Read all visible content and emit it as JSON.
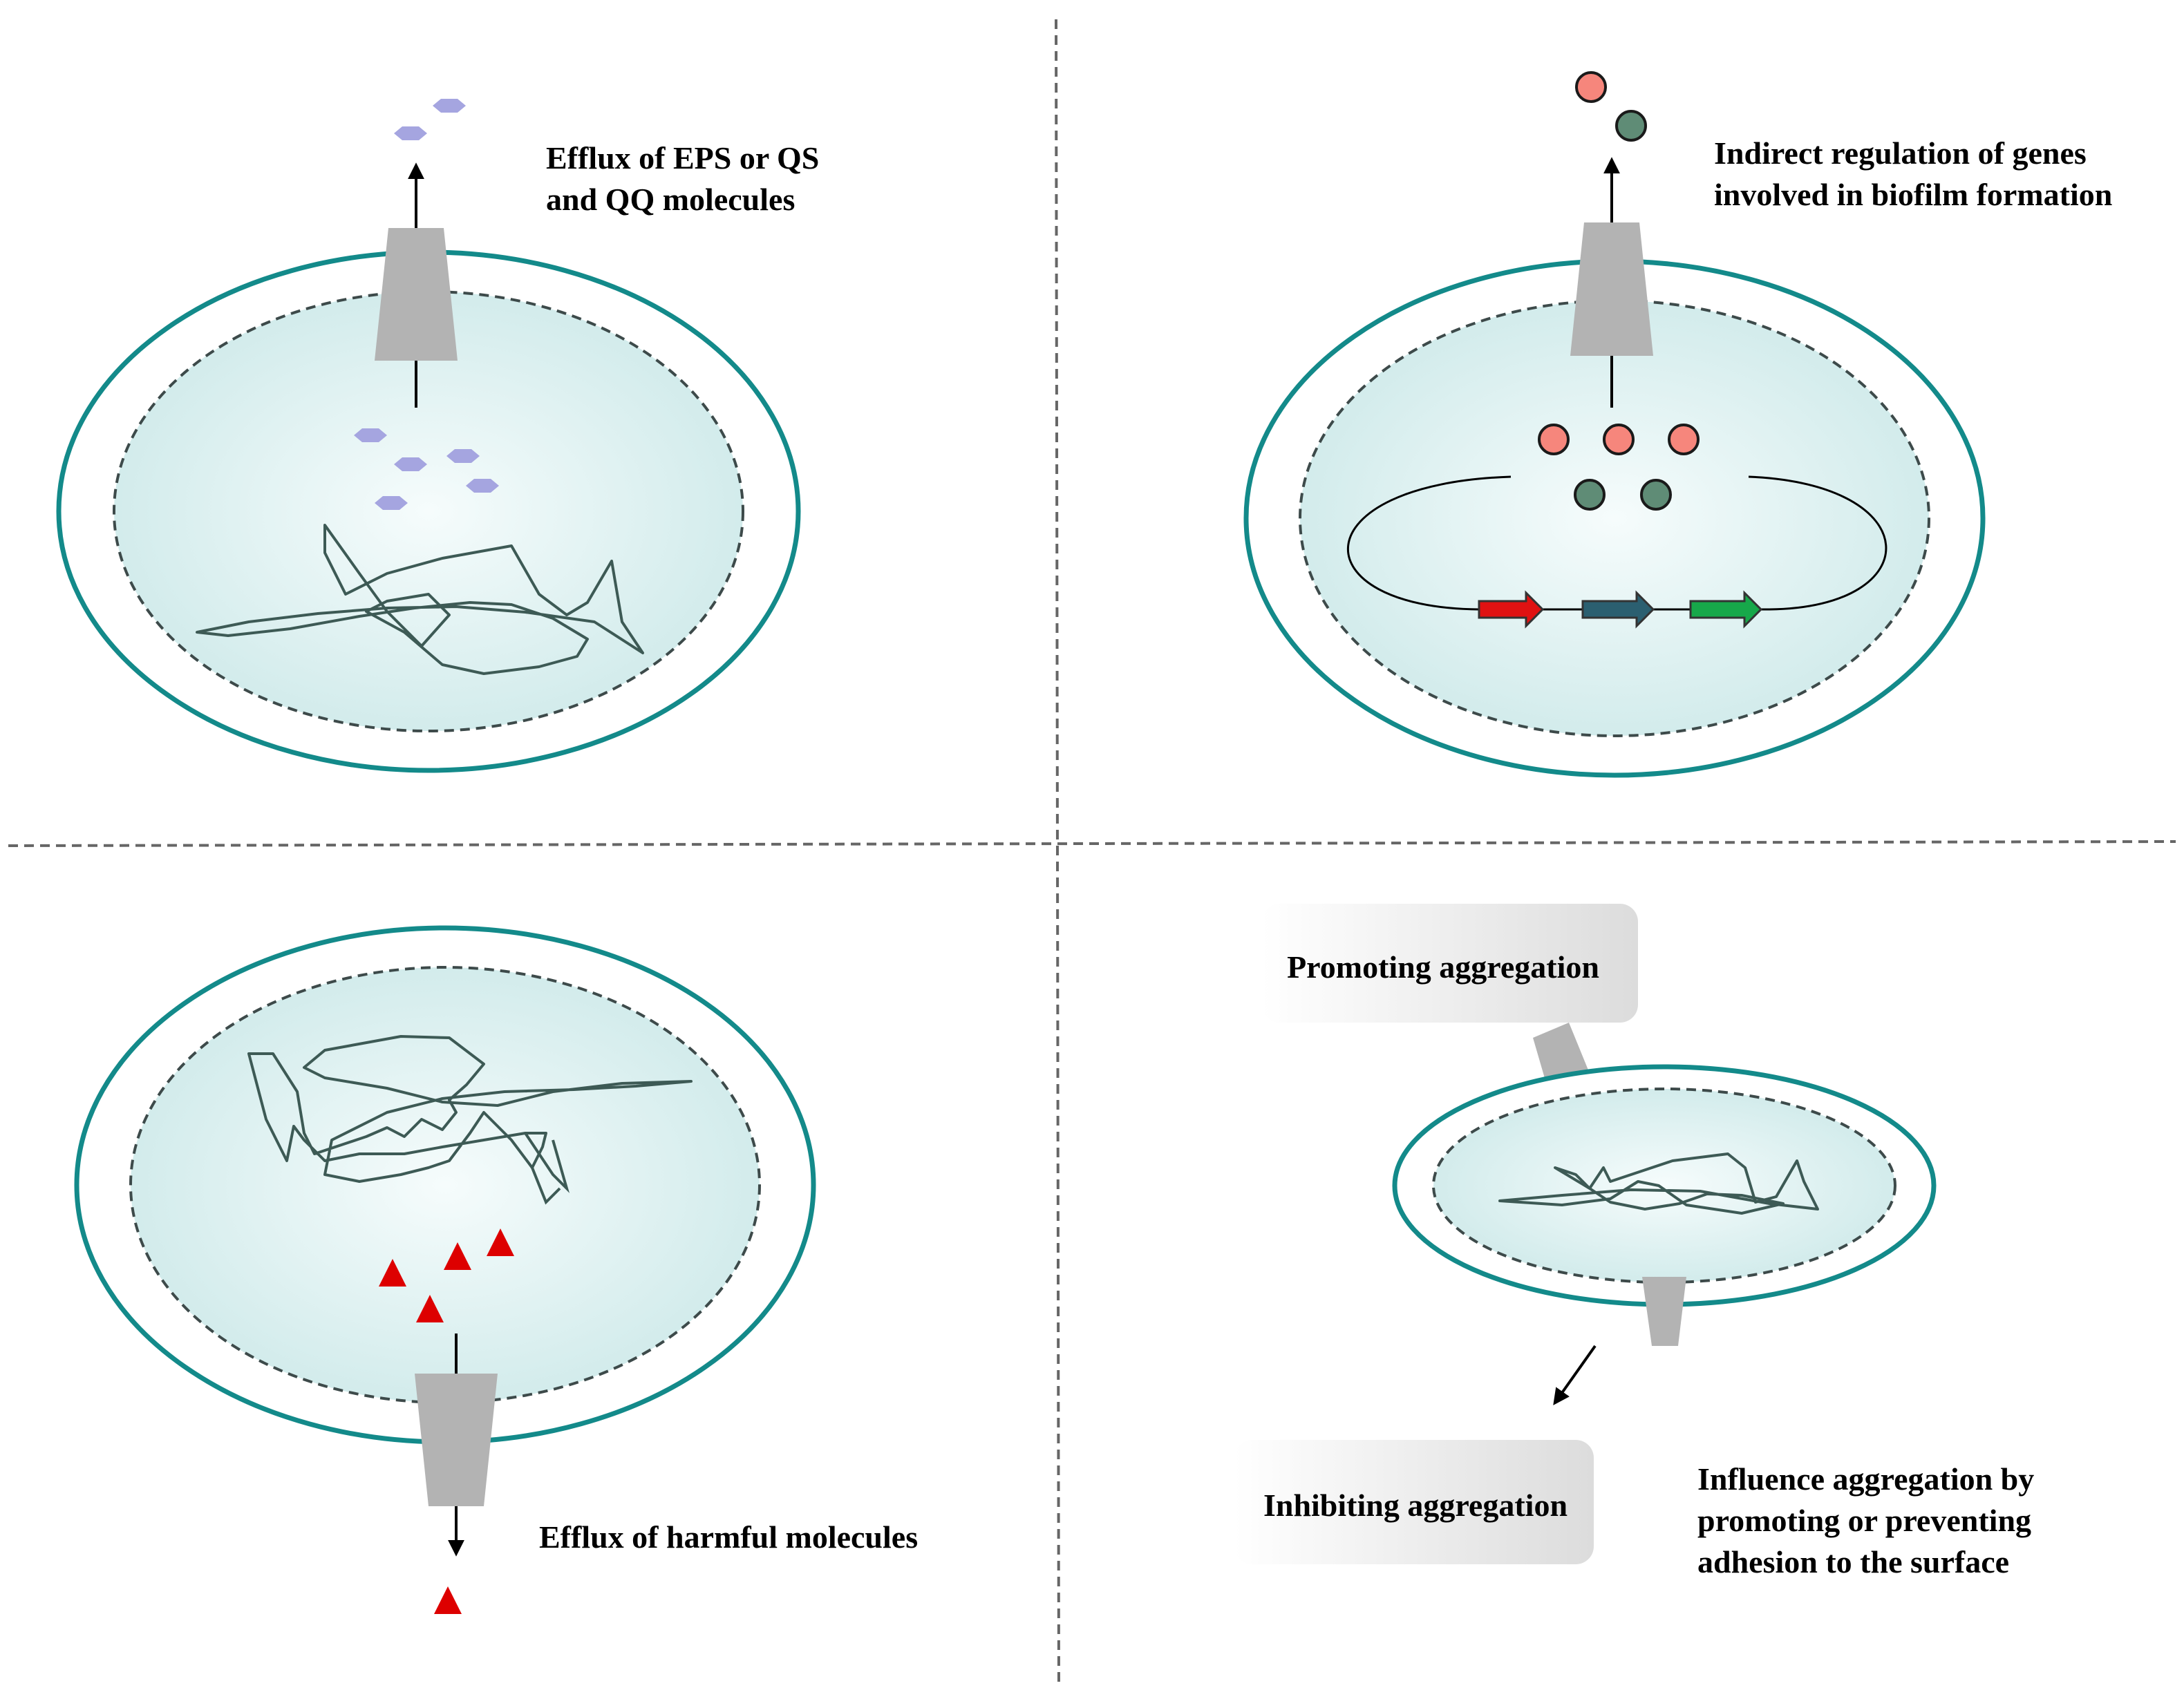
{
  "panels": {
    "top_left": {
      "label_lines": [
        "Efflux of EPS or QS",
        "and QQ molecules"
      ],
      "molecule_icon": "hexagon-icon"
    },
    "top_right": {
      "label_lines": [
        "Indirect regulation of genes",
        "involved in biofilm formation"
      ],
      "molecule_icons": [
        "circle-icon"
      ]
    },
    "bottom_left": {
      "label_lines": [
        "Efflux of harmful molecules"
      ],
      "molecule_icon": "triangle-icon"
    },
    "bottom_right": {
      "promoting_label": "Promoting aggregation",
      "inhibiting_label": "Inhibiting aggregation",
      "label_lines": [
        "Influence aggregation by",
        "promoting or preventing",
        "adhesion to the surface"
      ]
    }
  },
  "colors": {
    "outer_membrane": "#138a8a",
    "inner_membrane": "#3d4a4a",
    "cytoplasm_center": "#f6fcfc",
    "cytoplasm_edge": "#cfeaea",
    "pump": "#b3b3b3",
    "dna": "#3d5a55",
    "hexagon": "#a5a5e0",
    "circle_salmon": "#f6867c",
    "circle_green": "#5f8c76",
    "triangle": "#dd0000",
    "gene_red": "#e01212",
    "gene_teal": "#2b5f70",
    "gene_green": "#17a84a",
    "divider": "#666666"
  }
}
